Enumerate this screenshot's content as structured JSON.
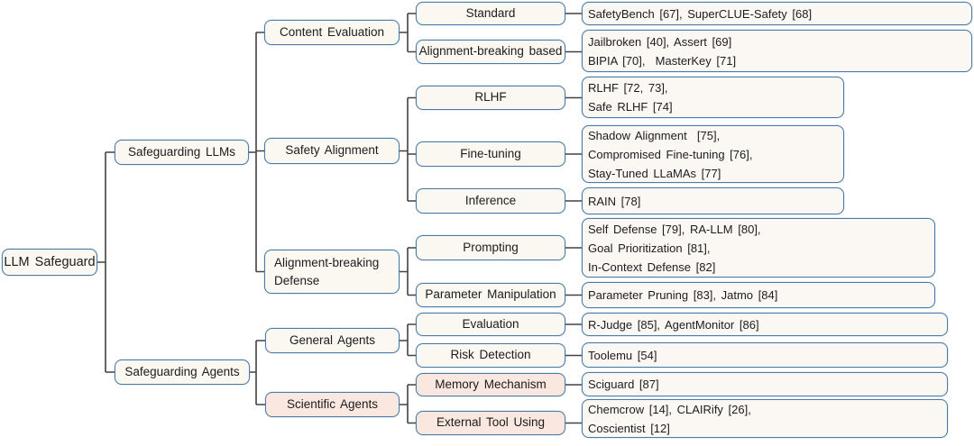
{
  "colors": {
    "box_fill": "#fbf7f1",
    "highlight_fill": "#f9e7e0",
    "leaf_fill": "#fbf8f4",
    "border": "#4a7aa6",
    "connector": "#424242",
    "text": "#1c1c1c"
  },
  "tree": {
    "root": {
      "label": "LLM Safeguard"
    },
    "branches": [
      {
        "label": "Safeguarding LLMs",
        "children": [
          {
            "label": "Content Evaluation",
            "children": [
              {
                "label": "Standard",
                "lines": [
                  "SafetyBench [67], SuperCLUE-Safety [68]"
                ]
              },
              {
                "label": "Alignment-breaking based",
                "lines": [
                  "Jailbroken [40], Assert [69]",
                  "BIPIA [70],  MasterKey [71]"
                ]
              }
            ]
          },
          {
            "label": "Safety Alignment",
            "children": [
              {
                "label": "RLHF",
                "lines": [
                  "RLHF [72, 73],",
                  "Safe RLHF [74]"
                ]
              },
              {
                "label": "Fine-tuning",
                "lines": [
                  "Shadow Alignment  [75],",
                  "Compromised Fine-tuning [76],",
                  "Stay-Tuned LLaMAs [77]"
                ]
              },
              {
                "label": "Inference",
                "lines": [
                  "RAIN [78]"
                ]
              }
            ]
          },
          {
            "label": "Alignment-breaking Defense",
            "label_lines": [
              "Alignment-breaking",
              "Defense"
            ],
            "children": [
              {
                "label": "Prompting",
                "lines": [
                  "Self Defense [79], RA-LLM [80],",
                  "Goal Prioritization [81],",
                  "In-Context Defense [82]"
                ]
              },
              {
                "label": "Parameter Manipulation",
                "lines": [
                  "Parameter Pruning [83], Jatmo [84]"
                ]
              }
            ]
          }
        ]
      },
      {
        "label": "Safeguarding Agents",
        "children": [
          {
            "label": "General Agents",
            "children": [
              {
                "label": "Evaluation",
                "lines": [
                  "R-Judge [85], AgentMonitor [86]"
                ]
              },
              {
                "label": "Risk Detection",
                "lines": [
                  "Toolemu [54]"
                ]
              }
            ]
          },
          {
            "label": "Scientific Agents",
            "highlight": true,
            "children": [
              {
                "label": "Memory Mechanism",
                "highlight": true,
                "lines": [
                  "Sciguard [87]"
                ]
              },
              {
                "label": "External Tool Using",
                "highlight": true,
                "lines": [
                  "Chemcrow [14], CLAIRify [26],",
                  "Coscientist [12]"
                ]
              }
            ]
          }
        ]
      }
    ]
  }
}
